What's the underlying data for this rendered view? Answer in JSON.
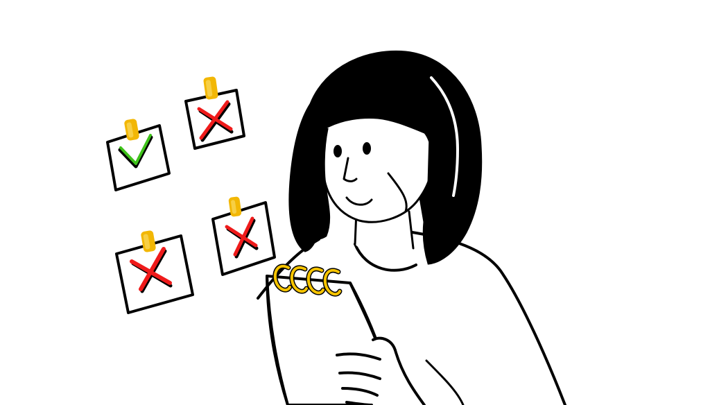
{
  "colors": {
    "background": "#ffffff",
    "ink": "#000000",
    "hair": "#000000",
    "check": "#3ec21a",
    "cross": "#ef1b1b",
    "tape": "#f2b705",
    "spiral": "#f6c400"
  },
  "icons": {
    "check_card": "check-mark-icon",
    "cross_card": "cross-mark-icon",
    "tape": "tape-icon",
    "spiral": "spiral-binding-icon"
  },
  "cards": [
    {
      "mark": "check"
    },
    {
      "mark": "cross"
    },
    {
      "mark": "cross"
    },
    {
      "mark": "cross"
    }
  ]
}
